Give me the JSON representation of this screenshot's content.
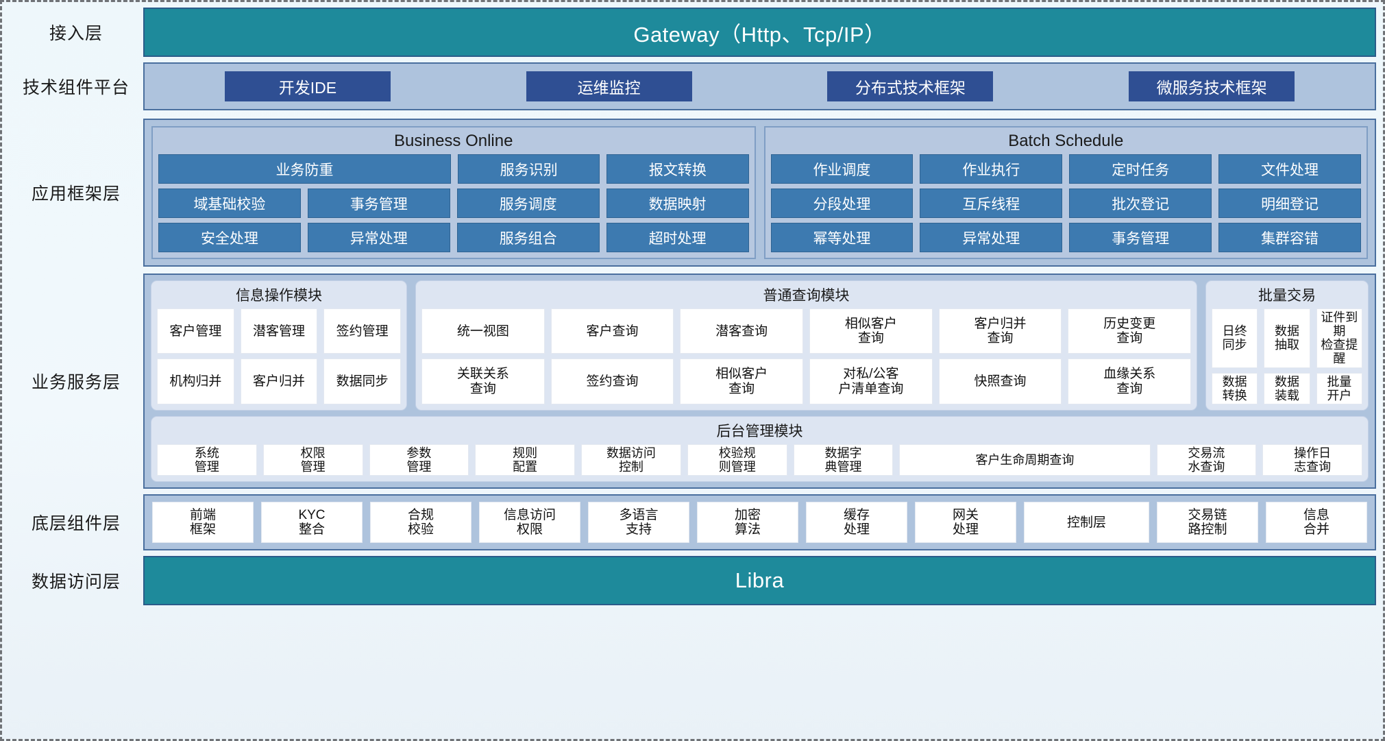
{
  "layers": {
    "access": {
      "label": "接入层",
      "bar": "Gateway（Http、Tcp/IP）"
    },
    "tech": {
      "label": "技术组件平台",
      "chips": [
        "开发IDE",
        "运维监控",
        "分布式技术框架",
        "微服务技术框架"
      ]
    },
    "appfw": {
      "label": "应用框架层",
      "panels": [
        {
          "title": "Business Online",
          "rows": [
            [
              "业务防重",
              "服务识别",
              "报文转换"
            ],
            [
              "域基础校验",
              "事务管理",
              "服务调度",
              "数据映射"
            ],
            [
              "安全处理",
              "异常处理",
              "服务组合",
              "超时处理"
            ]
          ]
        },
        {
          "title": "Batch Schedule",
          "rows": [
            [
              "作业调度",
              "作业执行",
              "定时任务",
              "文件处理"
            ],
            [
              "分段处理",
              "互斥线程",
              "批次登记",
              "明细登记"
            ],
            [
              "幂等处理",
              "异常处理",
              "事务管理",
              "集群容错"
            ]
          ]
        }
      ]
    },
    "biz": {
      "label": "业务服务层",
      "modules": [
        {
          "title": "信息操作模块",
          "rows": [
            [
              "客户管理",
              "潜客管理",
              "签约管理"
            ],
            [
              "机构归并",
              "客户归并",
              "数据同步"
            ]
          ]
        },
        {
          "title": "普通查询模块",
          "rows": [
            [
              "统一视图",
              "客户查询",
              "潜客查询",
              "相似客户\n查询",
              "客户归并\n查询",
              "历史变更\n查询"
            ],
            [
              "关联关系\n查询",
              "签约查询",
              "相似客户\n查询",
              "对私/公客\n户清单查询",
              "快照查询",
              "血缘关系\n查询"
            ]
          ]
        },
        {
          "title": "批量交易",
          "rows": [
            [
              "日终\n同步",
              "数据\n抽取",
              "证件到期\n检查提醒"
            ],
            [
              "数据\n转换",
              "数据\n装载",
              "批量\n开户"
            ]
          ]
        }
      ],
      "backend": {
        "title": "后台管理模块",
        "cells": [
          "系统\n管理",
          "权限\n管理",
          "参数\n管理",
          "规则\n配置",
          "数据访问\n控制",
          "校验规\n则管理",
          "数据字\n典管理",
          "客户生命周期查询",
          "交易流\n水查询",
          "操作日\n志查询"
        ]
      }
    },
    "base": {
      "label": "底层组件层",
      "cells": [
        "前端\n框架",
        "KYC\n整合",
        "合规\n校验",
        "信息访问\n权限",
        "多语言\n支持",
        "加密\n算法",
        "缓存\n处理",
        "网关\n处理",
        "控制层",
        "交易链\n路控制",
        "信息\n合并"
      ]
    },
    "data": {
      "label": "数据访问层",
      "bar": "Libra"
    }
  },
  "colors": {
    "teal": "#1e8a9b",
    "panel_blue": "#aec3dd",
    "chip_navy": "#2f4f93",
    "cell_blue": "#3d7ab0",
    "card_light": "#dde5f2",
    "white_cell": "#ffffff"
  }
}
